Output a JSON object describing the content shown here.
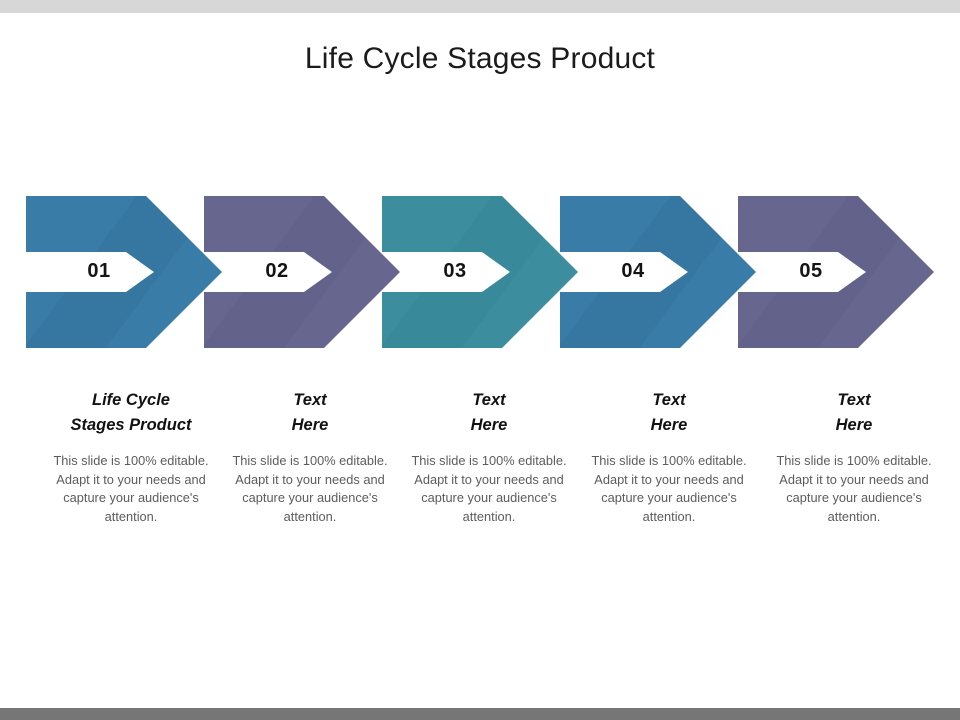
{
  "slide": {
    "title": "Life Cycle Stages Product",
    "top_band_color": "#d7d7d7",
    "bottom_band_color": "#767676",
    "background_color": "#ffffff"
  },
  "body_text": "This slide is 100% editable. Adapt it to your needs and capture your audience's attention.",
  "stages": [
    {
      "number": "01",
      "heading": "Life Cycle\nStages Product",
      "body": "This slide is 100% editable. Adapt it to your needs and capture your audience's attention.",
      "color": "#3a7ca8",
      "shade_color": "#2f6d96",
      "icon": "chevron-right-icon"
    },
    {
      "number": "02",
      "heading": "Text\nHere",
      "body": "This slide is 100% editable. Adapt it to your needs and capture your audience's attention.",
      "color": "#66668f",
      "shade_color": "#5a5a82",
      "icon": "chevron-right-icon"
    },
    {
      "number": "03",
      "heading": "Text\nHere",
      "body": "This slide is 100% editable. Adapt it to your needs and capture your audience's attention.",
      "color": "#3c8e9f",
      "shade_color": "#338192",
      "icon": "chevron-right-icon"
    },
    {
      "number": "04",
      "heading": "Text\nHere",
      "body": "This slide is 100% editable. Adapt it to your needs and capture your audience's attention.",
      "color": "#3a7ca8",
      "shade_color": "#2f6d96",
      "icon": "chevron-right-icon"
    },
    {
      "number": "05",
      "heading": "Text\nHere",
      "body": "This slide is 100% editable. Adapt it to your needs and capture your audience's attention.",
      "color": "#66668f",
      "shade_color": "#5a5a82",
      "icon": "chevron-right-icon"
    }
  ]
}
